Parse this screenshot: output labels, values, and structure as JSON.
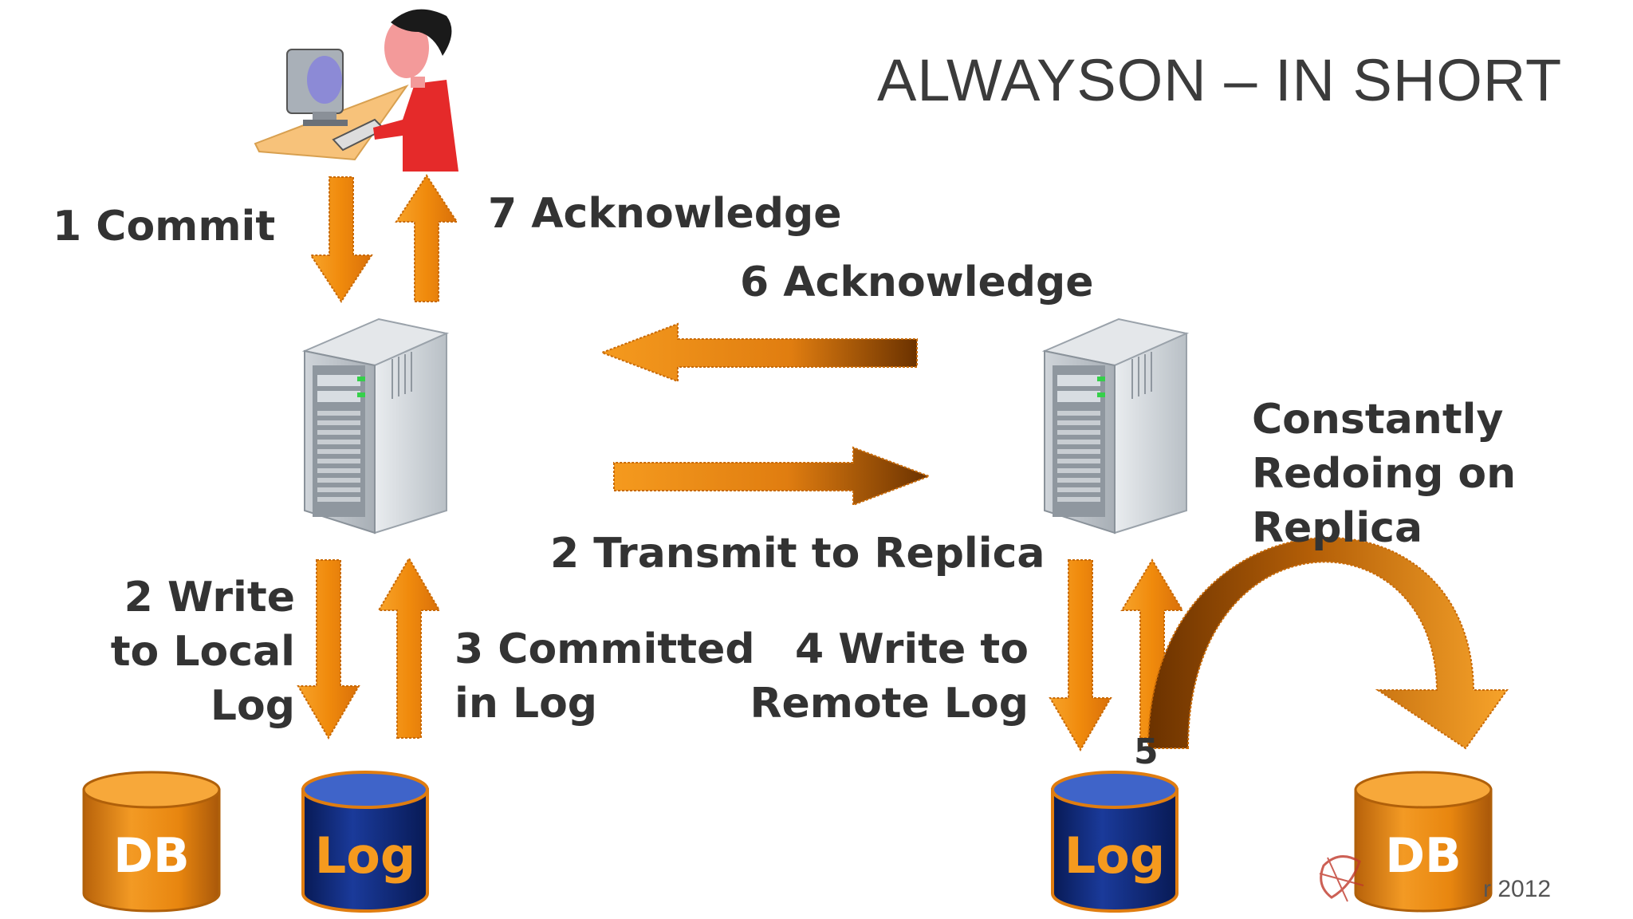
{
  "title": "ALWAYSON – IN SHORT",
  "labels": {
    "commit": "1 Commit",
    "ack7": "7 Acknowledge",
    "ack6": "6 Acknowledge",
    "transmit": "2 Transmit to Replica",
    "write_local": [
      "2 Write",
      "to Local",
      "Log"
    ],
    "committed": [
      "3 Committed",
      "in Log"
    ],
    "write_remote": [
      "4 Write to",
      "Remote Log"
    ],
    "redo": [
      "Constantly",
      "Redoing on",
      "Replica"
    ],
    "five": "5"
  },
  "storage": {
    "primary_db": "DB",
    "primary_log": "Log",
    "replica_log": "Log",
    "replica_db": "DB"
  },
  "footer": {
    "logo_text": "r 2012"
  },
  "colors": {
    "arrow": "#f08a0c",
    "arrow_dark": "#7a3b00",
    "db_body": "#e88a12",
    "log_body": "#0f2a7a",
    "log_text": "#f59a1e",
    "text": "#333333"
  },
  "icons": {
    "user": "person-at-computer-icon",
    "primary": "server-tower-icon",
    "replica": "server-tower-icon"
  }
}
